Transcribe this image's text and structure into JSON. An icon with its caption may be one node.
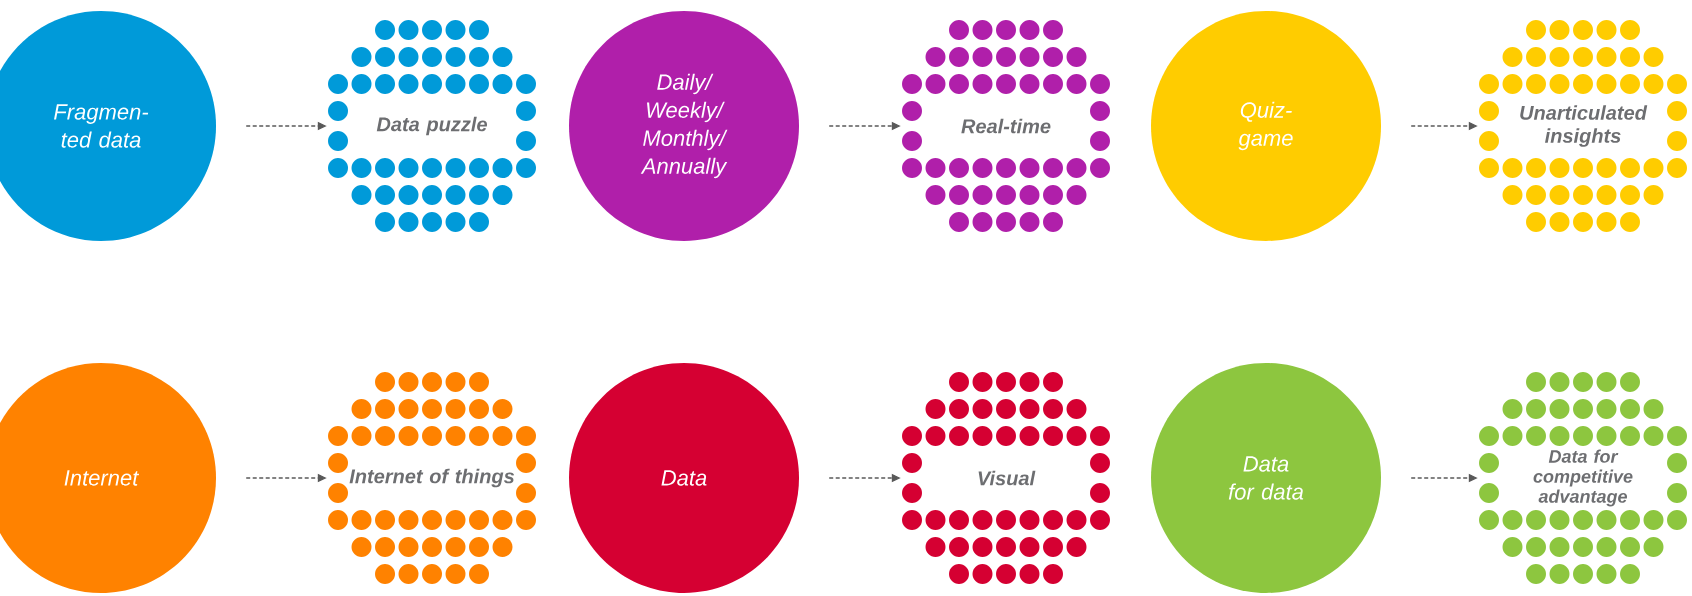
{
  "diagram": {
    "nodes": [
      {
        "text": [
          "Fragmen- ted data"
        ]
      },
      {
        "text": [
          "Data puzzle"
        ]
      },
      {
        "text": [
          "Daily/ Weekly/ Monthly/ Annually"
        ]
      },
      {
        "text": [
          "Real-time"
        ]
      },
      {
        "text": [
          "Quiz- game"
        ]
      },
      {
        "text": [
          "Unarticulated insights"
        ]
      },
      {
        "text": [
          "Internet"
        ]
      },
      {
        "text": [
          "Internet of things"
        ]
      },
      {
        "text": [
          "Data"
        ]
      },
      {
        "text": [
          "Visual"
        ]
      },
      {
        "text": [
          "Data for data"
        ]
      },
      {
        "text": [
          "Data for competitive advantage"
        ]
      }
    ],
    "edges": [
      {
        "from": 0,
        "to": 1,
        "arrow": "to",
        "style": "dashed"
      },
      {
        "from": 2,
        "to": 3,
        "arrow": "to",
        "style": "dashed"
      },
      {
        "from": 4,
        "to": 5,
        "arrow": "to",
        "style": "dashed"
      },
      {
        "from": 6,
        "to": 7,
        "arrow": "to",
        "style": "dashed"
      },
      {
        "from": 8,
        "to": 9,
        "arrow": "to",
        "style": "dashed"
      },
      {
        "from": 10,
        "to": 11,
        "arrow": "to",
        "style": "dashed"
      }
    ]
  }
}
